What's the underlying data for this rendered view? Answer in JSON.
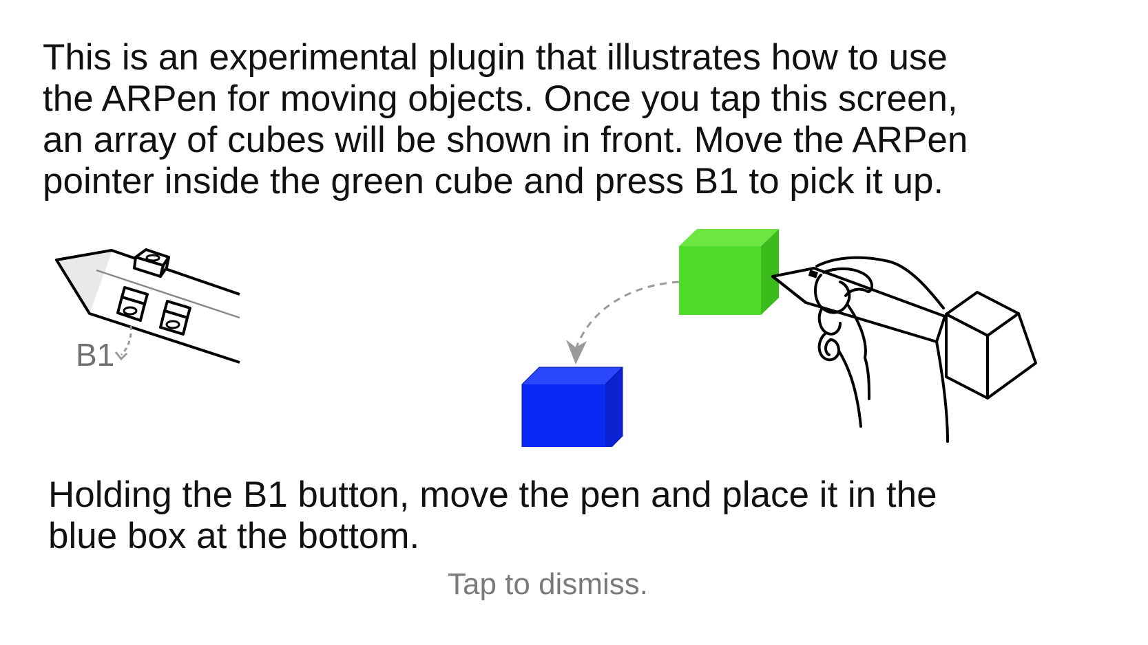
{
  "intro_text": "This is an experimental plugin that illustrates how to use\nthe ARPen for moving objects. Once you tap this screen,\nan array of cubes will be shown in front. Move the ARPen\npointer inside the green cube and press B1 to pick it up.",
  "instruction_text": "Holding the B1 button, move the pen and place it in the\n blue box at the bottom.",
  "dismiss_text": "Tap to dismiss.",
  "pen_button_label": "B1",
  "colors": {
    "green_cube": "#4fdb2a",
    "blue_cube": "#0b29f5",
    "text": "#111111",
    "muted_text": "#7a7a7a",
    "arrow": "#9a9a9a"
  },
  "icons": [
    "arpen-tip-icon",
    "green-cube-icon",
    "blue-cube-icon",
    "hand-holding-pen-icon",
    "move-arrow-icon"
  ]
}
